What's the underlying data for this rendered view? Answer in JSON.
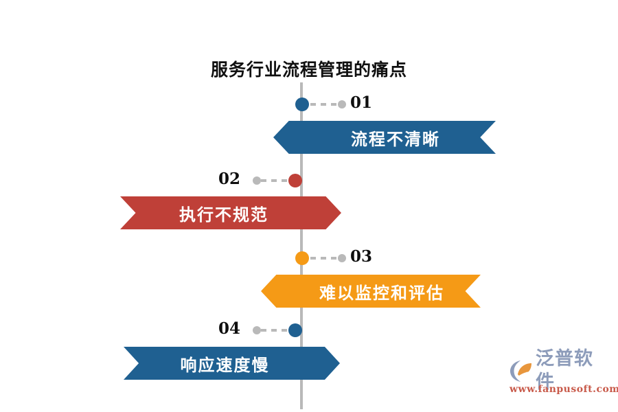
{
  "page": {
    "title": "服务行业流程管理的痛点",
    "background_color": "#ffffff",
    "timeline_color": "#b9b9b9"
  },
  "colors": {
    "dark_blue": "#1F6091",
    "red": "#BF4038",
    "orange": "#F59A16",
    "gray": "#b9b9b9",
    "logo_blue": "#8d9cba",
    "logo_orange": "#E8963C",
    "logo_url": "#c85a4a"
  },
  "items": [
    {
      "number": "01",
      "label": "流程不清晰",
      "color": "#1F6091",
      "side": "right",
      "direction": "dir-left"
    },
    {
      "number": "02",
      "label": "执行不规范",
      "color": "#BF4038",
      "side": "left",
      "direction": "dir-right"
    },
    {
      "number": "03",
      "label": "难以监控和评估",
      "color": "#F59A16",
      "side": "right",
      "direction": "dir-left"
    },
    {
      "number": "04",
      "label": "响应速度慢",
      "color": "#1F6091",
      "side": "left",
      "direction": "dir-right"
    }
  ],
  "logo": {
    "brand": "泛普软件",
    "url": "www.fanpusoft.com"
  }
}
